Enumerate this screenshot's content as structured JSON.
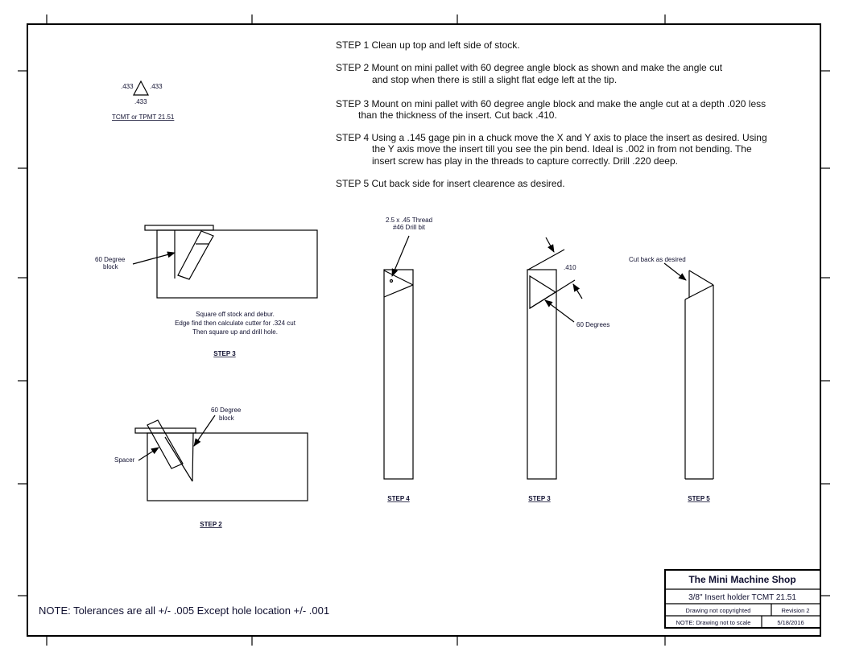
{
  "steps": [
    {
      "lines": [
        "STEP 1 Clean up top and left side of stock."
      ]
    },
    {
      "lines": [
        "STEP 2 Mount on mini pallet with 60 degree angle block as shown and make the angle cut",
        "and stop when there is still a slight flat edge left at the tip."
      ]
    },
    {
      "lines": [
        "STEP 3 Mount on mini pallet with 60 degree angle block and make the angle cut at a depth .020 less",
        "than the thickness of the insert. Cut back .410."
      ]
    },
    {
      "lines": [
        "STEP 4 Using a .145 gage pin in a chuck move the X and Y axis to place the insert as desired. Using",
        "the Y axis move the insert till you see the pin bend. Ideal is .002 in from not bending. The",
        "insert screw has play in the threads to capture correctly. Drill .220 deep."
      ]
    },
    {
      "lines": [
        "STEP 5 Cut back side for insert clearence as desired."
      ]
    }
  ],
  "insert_icon": {
    "side_left": ".433",
    "side_right": ".433",
    "side_bottom": ".433",
    "caption": "TCMT or TPMT 21.51"
  },
  "view_step3_left": {
    "label_line1": "60 Degree",
    "label_line2": "block",
    "notes": [
      "Square off stock and debur.",
      "Edge find then calculate cutter for .324 cut",
      "Then square up and drill hole."
    ],
    "caption": "STEP 3"
  },
  "view_step2": {
    "block_line1": "60 Degree",
    "block_line2": "block",
    "spacer": "Spacer",
    "caption": "STEP 2"
  },
  "view_step4": {
    "label_line1": "2.5 x .45 Thread",
    "label_line2": "#46 Drill bit",
    "caption": "STEP 4"
  },
  "view_step3_mid": {
    "dimension": ".410",
    "angle": "60 Degrees",
    "caption": "STEP 3"
  },
  "view_step5": {
    "label": "Cut back as desired",
    "caption": "STEP 5"
  },
  "note": "NOTE: Tolerances are all +/- .005 Except hole location +/- .001",
  "title_block": {
    "company": "The Mini Machine Shop",
    "part": "3/8\" Insert holder TCMT 21.51",
    "copyright": "Drawing not copyrighted",
    "revision": "Revision 2",
    "scale_note": "NOTE: Drawing not to scale",
    "date": "5/18/2016"
  }
}
